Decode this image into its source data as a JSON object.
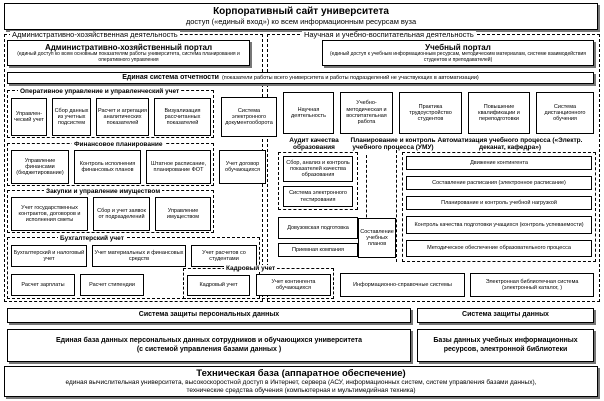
{
  "portal": {
    "title": "Корпоративный сайт университета",
    "subtitle": "доступ («единый вход») ко всем информационным ресурсам вуза"
  },
  "left_area": {
    "label": "Административно-хозяйственная деятельность"
  },
  "right_area": {
    "label": "Научная и учебно-воспитательная деятельность"
  },
  "admin_portal": {
    "title": "Административно-хозяйственный портал",
    "desc": "(единый доступ ко всем основным показателям работы университета, система планирования и оперативного управления"
  },
  "edu_portal": {
    "title": "Учебный портал",
    "desc": "(единый доступ к учебным информационным ресурсам, методическим материалам, системе взаимодействия студентов и преподавателей)"
  },
  "reporting": {
    "title": "Единая система отчетности",
    "desc": "(показатели работы всего университета и работы подразделений не участвующих в автоматизации)"
  },
  "ops": {
    "title": "Оперативное управление и управленческий учет",
    "items": [
      "Управлен-ческий учет",
      "Сбор данных из учетных подсистем",
      "Расчет и агрегация аналитических показателей",
      "Визуализация рассчитанных показателей"
    ]
  },
  "docflow": "Система электронного документооборота",
  "finplan": {
    "title": "Финансовое планирование",
    "items": [
      "Управление финансами (бюджетирование)",
      "Контроль исполнения финансовых планов",
      "Штатное расписание, планирование ФОТ"
    ]
  },
  "contracts": "Учет договор обучающихся",
  "procure": {
    "title": "Закупки и управление имуществом",
    "items": [
      "Учет государственных контрактов, договоров и исполнения сметы",
      "Сбор и учет заявок от подразделений",
      "Управление имуществом"
    ]
  },
  "accounting": {
    "title": "Бухгалтерский учет",
    "items": [
      "Бухгалтерский и налоговый учет",
      "Учет материальных и финансовых средств",
      "Учет расчетов со студентами",
      "Расчет зарплаты",
      "Расчет стипендии",
      "Кадровый учет"
    ]
  },
  "hr": {
    "title": "Кадровый учет",
    "contingent": "Учет контингента обучающихся"
  },
  "sci": [
    "Научная деятельность",
    "Учебно-методическая и воспитательная работа",
    "Практика трудоустройство студентов",
    "Повышение квалификации и переподготовки",
    "Система дистанционного обучения"
  ],
  "audit": {
    "title": "Аудит качества образования",
    "items": [
      "Сбор, анализ и контроль показателей качества образования",
      "Система электронного тестирования"
    ]
  },
  "planning": {
    "title": "Планирование и контроль учебного процесса (УМУ)",
    "items": [
      "Довузовская подготовка",
      "Приемная компания",
      "Составление учебных планов"
    ]
  },
  "automation": {
    "title": "Автоматизация учебного процесса («Электр. деканат, кафедра»)",
    "items": [
      "Движение контингента",
      "Составление расписания (электронное расписание)",
      "Планирование и контроль учебной нагрузкой",
      "Контроль качества подготовки учащихся (контроль успеваемости)",
      "Методическое обеспечение образовательного процесса"
    ]
  },
  "info_ref": "Информационно-справочные системы",
  "library": "Электронная библиотечная система (электронный каталог, )",
  "pd_protect": "Система защиты персональных данных",
  "data_protect": "Система защиты данных",
  "db_left": {
    "title": "Единая база данных персональных данных сотрудников и обучающихся университета",
    "desc": "(с системой управления базами данных )"
  },
  "db_right": {
    "title": "Базы данных учебных информационных ресурсов, электронной библиотеки"
  },
  "tech": {
    "title": "Техническая база (аппаратное обеспечение)",
    "desc1": "единая вычислительная университета, высокоскоростной доступ в Интернет, сервера (АСУ, информационных систем, систем управления базами данных),",
    "desc2": "технические средства обучения (компьютерная и мультимедийная техника)"
  }
}
